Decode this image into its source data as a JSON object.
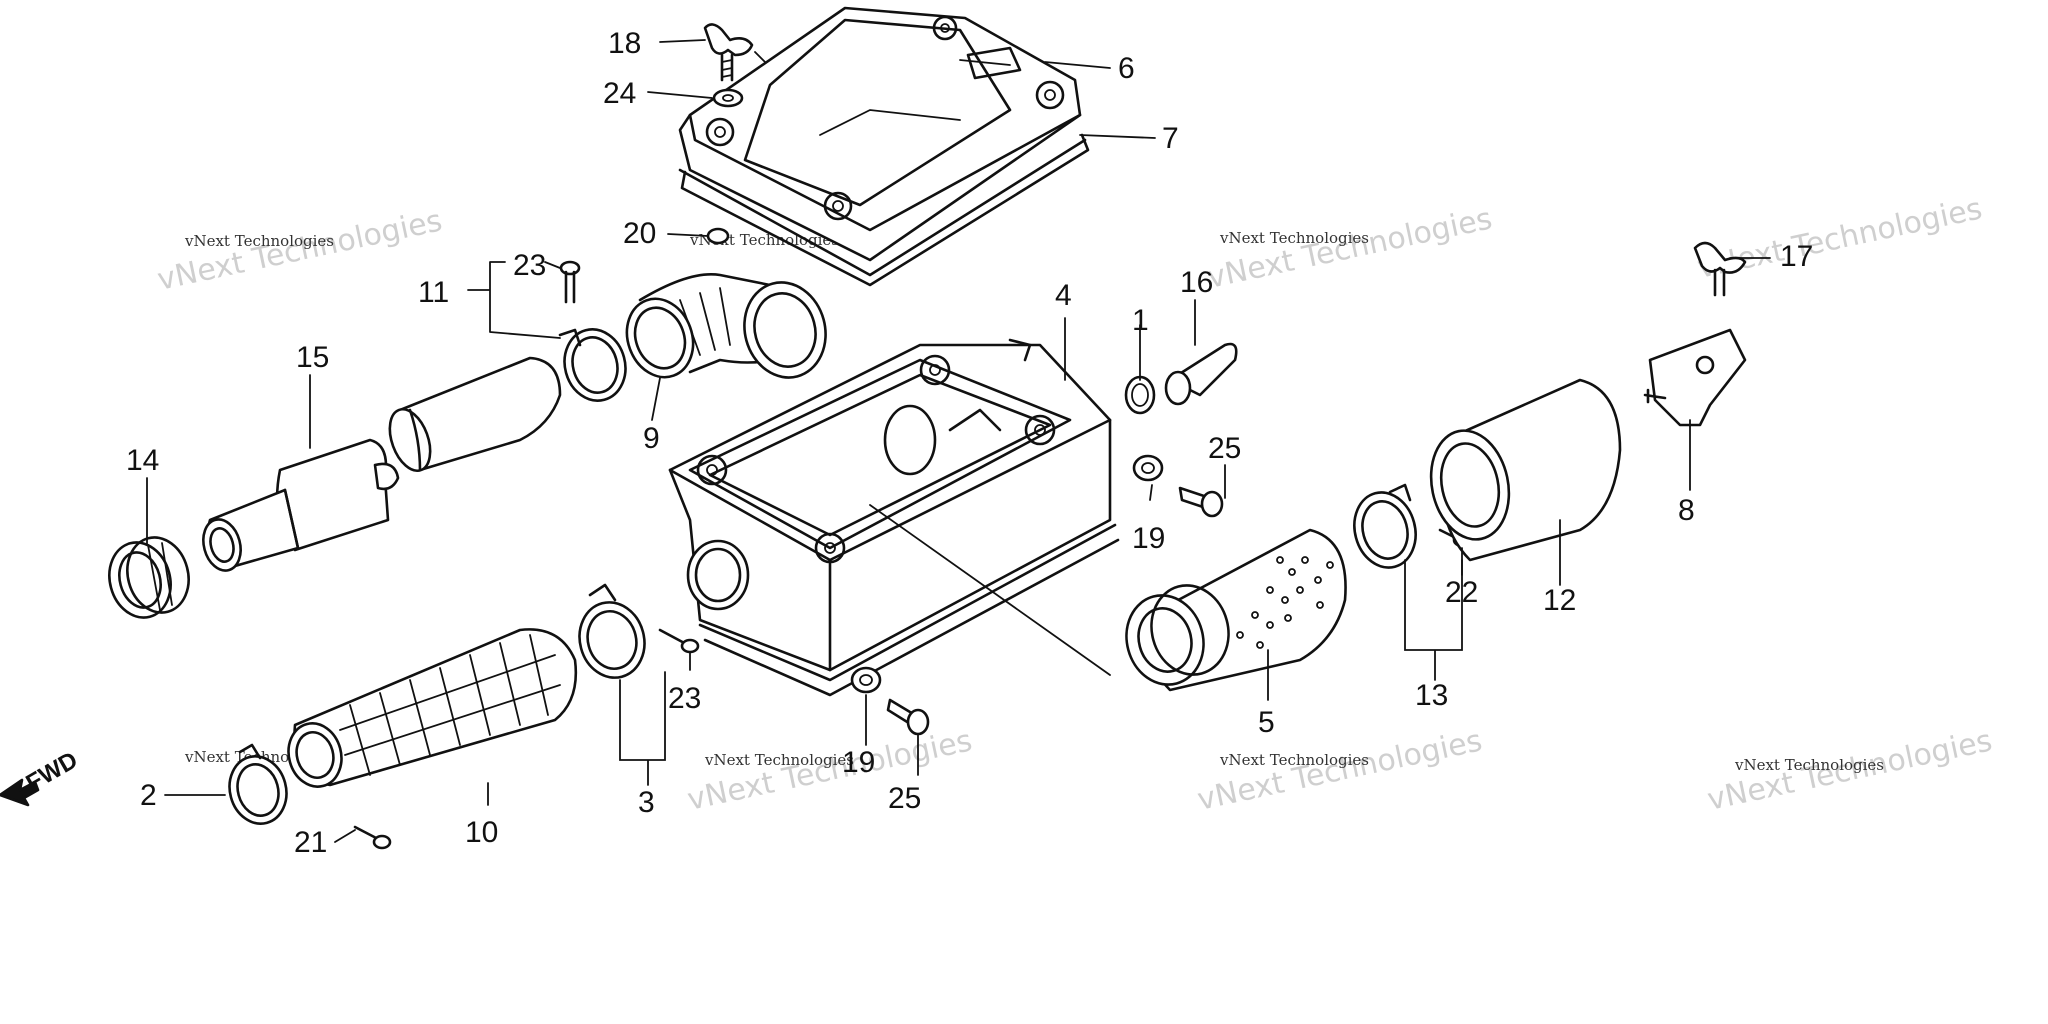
{
  "diagram": {
    "callouts": {
      "c1": "1",
      "c2": "2",
      "c3": "3",
      "c4": "4",
      "c5": "5",
      "c6": "6",
      "c7": "7",
      "c8": "8",
      "c9": "9",
      "c10": "10",
      "c11": "11",
      "c12": "12",
      "c13": "13",
      "c14": "14",
      "c15": "15",
      "c16": "16",
      "c17": "17",
      "c18": "18",
      "c19a": "19",
      "c19b": "19",
      "c20": "20",
      "c21": "21",
      "c22": "22",
      "c23a": "23",
      "c23b": "23",
      "c24": "24",
      "c25a": "25",
      "c25b": "25"
    },
    "direction_label": "FWD",
    "watermark": {
      "large": "vNext Technologies",
      "small": "vNext Technologies"
    }
  }
}
